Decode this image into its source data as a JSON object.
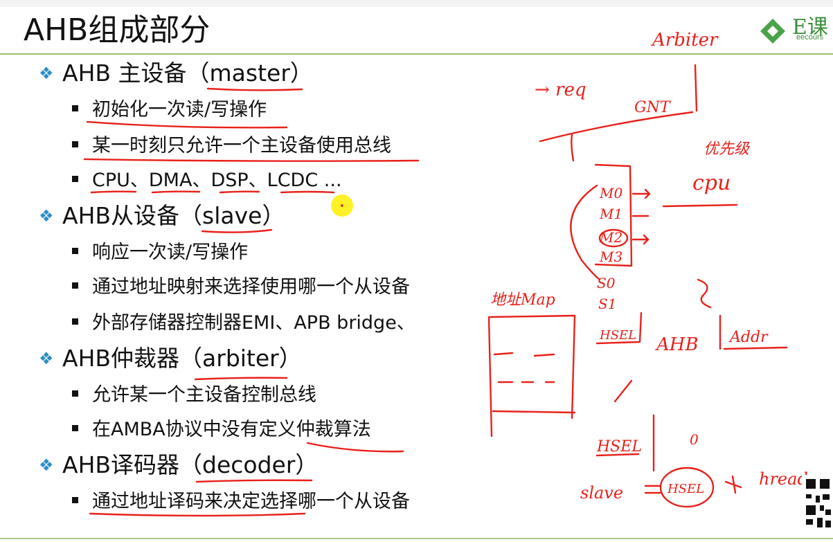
{
  "title": "AHB组成部分",
  "logo": {
    "text": "E课",
    "sub": "eecours"
  },
  "sections": [
    {
      "heading": "AHB 主设备（master）",
      "items": [
        "初始化一次读/写操作",
        "某一时刻只允许一个主设备使用总线",
        "CPU、DMA、DSP、LCDC ..."
      ]
    },
    {
      "heading": "AHB从设备（slave）",
      "items": [
        "响应一次读/写操作",
        "通过地址映射来选择使用哪一个从设备",
        "外部存储器控制器EMI、APB bridge、"
      ]
    },
    {
      "heading": "AHB仲裁器（arbiter）",
      "items": [
        "允许某一个主设备控制总线",
        "在AMBA协议中没有定义仲裁算法"
      ]
    },
    {
      "heading": "AHB译码器（decoder）",
      "items": [
        "通过地址译码来决定选择哪一个从设备"
      ]
    }
  ],
  "annotations": {
    "arbiter": "Arbiter",
    "req": "→ req",
    "gnt": "GNT",
    "priority": "优先级",
    "cpu": "cpu",
    "m0": "M0",
    "m1": "M1",
    "m2": "M2",
    "m3": "M3",
    "s0": "S0",
    "s1": "S1",
    "addr_map": "地址Map",
    "hsel1": "HSEL",
    "ahb": "AHB",
    "addr": "Addr",
    "hsel2": "HSEL",
    "zero": "0",
    "slave": "slave",
    "hsel3": "HSEL",
    "hready": "hready"
  },
  "colors": {
    "ink": "#e8201a",
    "accent": "#2c8fc6",
    "rule": "#9cbf74"
  }
}
